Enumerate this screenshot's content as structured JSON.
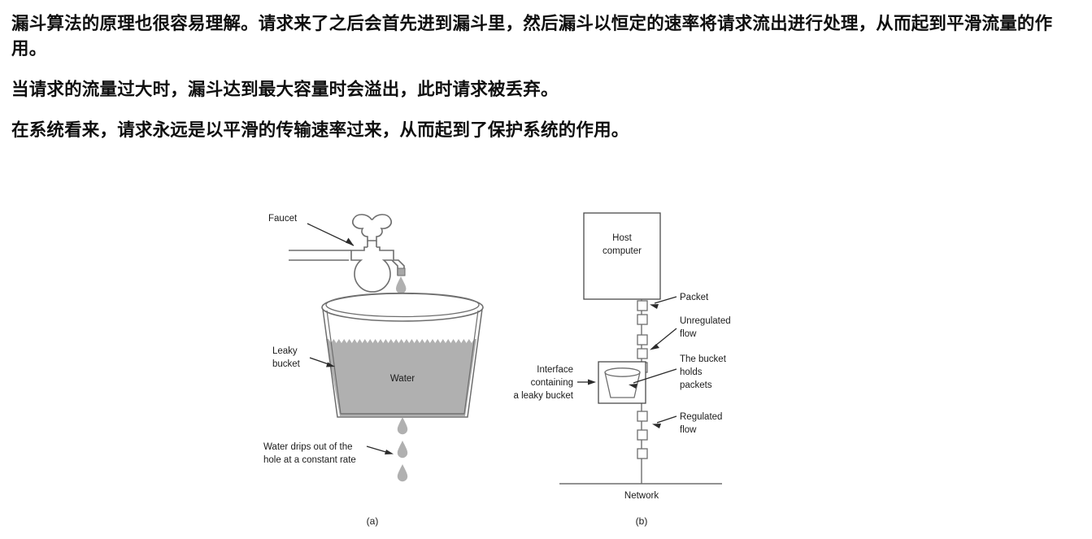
{
  "article": {
    "paragraphs": [
      "漏斗算法的原理也很容易理解。请求来了之后会首先进到漏斗里，然后漏斗以恒定的速率将请求流出进行处理，从而起到平滑流量的作用。",
      "当请求的流量过大时，漏斗达到最大容量时会溢出，此时请求被丢弃。",
      "在系统看来，请求永远是以平滑的传输速率过来，从而起到了保护系统的作用。"
    ]
  },
  "figure": {
    "panel_a": {
      "caption": "(a)",
      "labels": {
        "faucet": "Faucet",
        "leaky_bucket_line1": "Leaky",
        "leaky_bucket_line2": "bucket",
        "water": "Water",
        "drip_line1": "Water drips out of the",
        "drip_line2": "hole at a constant rate"
      }
    },
    "panel_b": {
      "caption": "(b)",
      "labels": {
        "host_line1": "Host",
        "host_line2": "computer",
        "packet": "Packet",
        "unregulated_line1": "Unregulated",
        "unregulated_line2": "flow",
        "bucket_line1": "The bucket",
        "bucket_line2": "holds",
        "bucket_line3": "packets",
        "regulated_line1": "Regulated",
        "regulated_line2": "flow",
        "interface_line1": "Interface",
        "interface_line2": "containing",
        "interface_line3": "a leaky bucket",
        "network": "Network"
      }
    },
    "colors": {
      "water_fill": "#b0b0b0",
      "drop_fill": "#b0b0b0",
      "outline": "#6e6e6e",
      "text": "#1b1b1b"
    }
  }
}
